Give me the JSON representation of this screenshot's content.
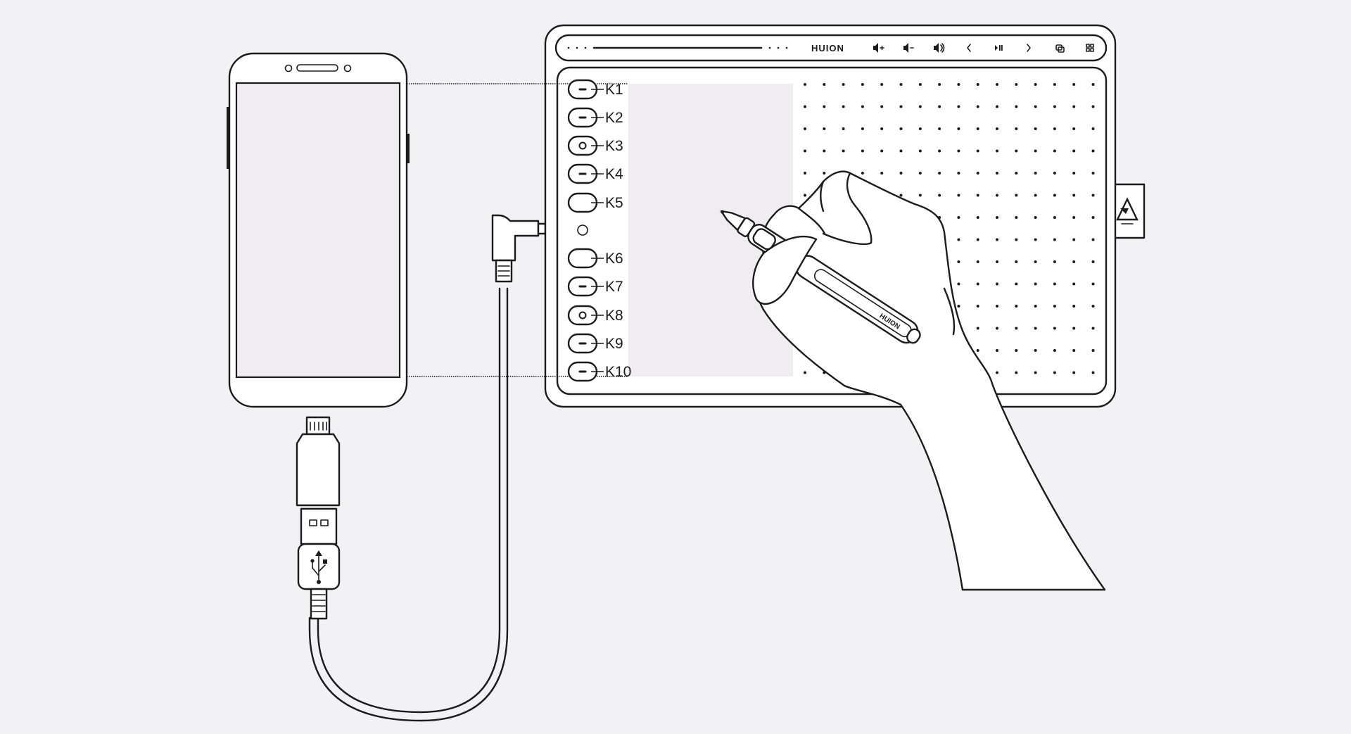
{
  "tablet": {
    "brand": "HUION",
    "pen_brand": "HUION",
    "keys": [
      "K1",
      "K2",
      "K3",
      "K4",
      "K5",
      "K6",
      "K7",
      "K8",
      "K9",
      "K10"
    ]
  },
  "colors": {
    "background": "#f2f1f3",
    "line": "#1c1c1c",
    "screen_fill": "#efedf0",
    "mapped_area_fill": "#efedf0",
    "device_fill": "#ffffff"
  },
  "icons": [
    "usb-icon",
    "volume-up-icon",
    "volume-down-icon",
    "mute-icon",
    "previous-icon",
    "play-pause-icon",
    "next-icon",
    "screenshot-icon",
    "switch-icon"
  ]
}
